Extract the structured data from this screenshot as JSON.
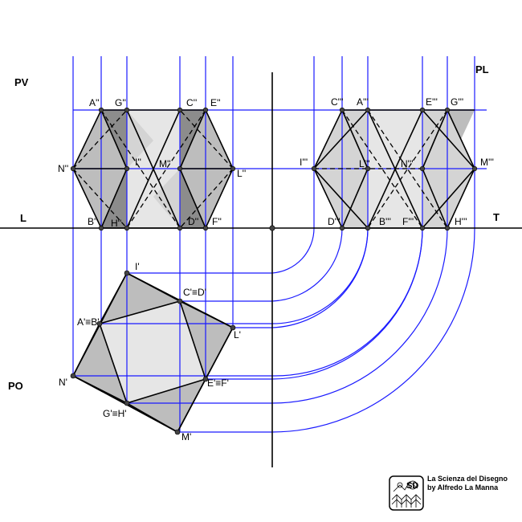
{
  "planes": {
    "pv": "PV",
    "pl": "PL",
    "po": "PO",
    "l": "L",
    "t": "T"
  },
  "labels": {
    "front": {
      "a": "A''",
      "g": "G''",
      "c": "C''",
      "e": "E''",
      "n": "N''",
      "i": "I''",
      "m": "M''",
      "l": "L''",
      "b": "B''",
      "h": "H''",
      "d": "D''",
      "f": "F''"
    },
    "side": {
      "c": "C'''",
      "a": "A'''",
      "e": "E'''",
      "g": "G'''",
      "i": "I'''",
      "l": "L'''",
      "n": "N'''",
      "m": "M'''",
      "d": "D'''",
      "b": "B'''",
      "f": "F'''",
      "h": "H'''"
    },
    "top": {
      "i": "I'",
      "cd": "C'≡D'",
      "ab": "A'≡B'",
      "l": "L'",
      "n": "N'",
      "ef": "E'≡F'",
      "gh": "G'≡H'",
      "m": "M'"
    }
  },
  "credit": {
    "line1": "La Scienza del Disegno",
    "line2": "by Alfredo La Manna"
  },
  "colors": {
    "construction": "#1a1aff",
    "edge": "#000000",
    "face_light": "#e6e6e6",
    "face_mid": "#bdbdbd",
    "face_dark": "#8c8c8c"
  }
}
